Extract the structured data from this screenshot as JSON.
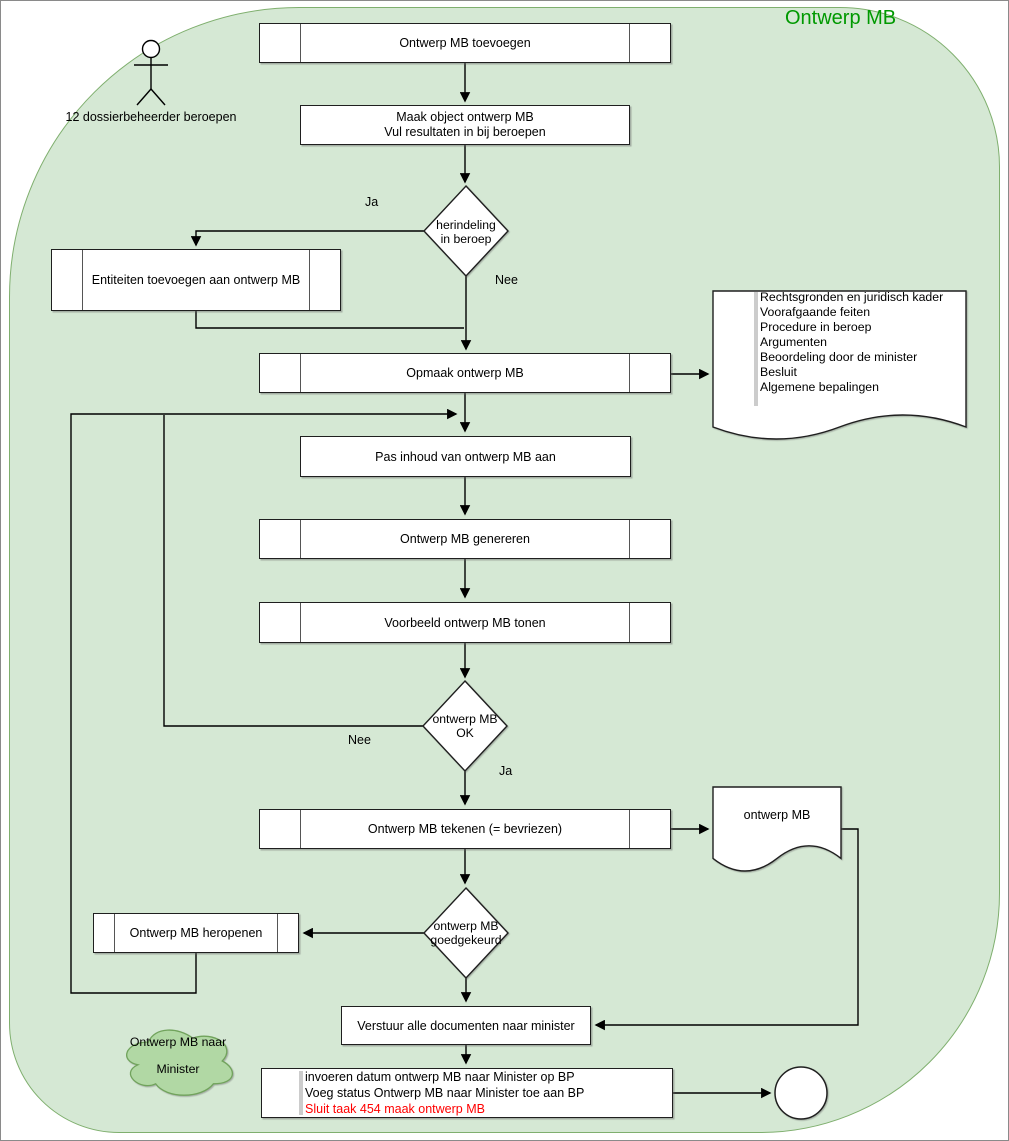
{
  "title": "Ontwerp MB",
  "actor_label": "12 dossierbeheerder beroepen",
  "colors": {
    "background_green": "#d5e8d4",
    "container_border_green": "#7faf6e",
    "title_green": "#009900",
    "node_fill": "#ffffff",
    "node_border": "#1f1f1f",
    "red_text": "#ff0000",
    "cloud_fill": "#b1d8a4",
    "cloud_border": "#71a35c"
  },
  "nodes": {
    "toevoegen": {
      "label": "Ontwerp MB toevoegen"
    },
    "maak_object": {
      "line1": "Maak object ontwerp MB",
      "line2": "Vul resultaten in bij beroepen"
    },
    "herindeling": {
      "line1": "herindeling",
      "line2": "in beroep"
    },
    "entiteiten": {
      "label": "Entiteiten toevoegen aan ontwerp MB"
    },
    "opmaak": {
      "label": "Opmaak ontwerp MB"
    },
    "pas_inhoud": {
      "label": "Pas inhoud van ontwerp MB aan"
    },
    "genereren": {
      "label": "Ontwerp MB genereren"
    },
    "voorbeeld": {
      "label": "Voorbeeld ontwerp MB tonen"
    },
    "ok": {
      "line1": "ontwerp MB",
      "line2": "OK"
    },
    "tekenen": {
      "label": "Ontwerp MB tekenen (= bevriezen)"
    },
    "goedgekeurd": {
      "line1": "ontwerp MB",
      "line2": "goedgekeurd"
    },
    "heropenen": {
      "label": "Ontwerp MB heropenen"
    },
    "verstuur": {
      "label": "Verstuur alle documenten naar minister"
    },
    "afsluiting": {
      "line1": "invoeren datum ontwerp MB naar Minister op BP",
      "line2": "Voeg status Ontwerp MB naar Minister toe aan BP",
      "line3": "Sluit taak 454 maak ontwerp MB"
    }
  },
  "documents": {
    "opmaak_doc": {
      "items": [
        "Rechtsgronden en juridisch kader",
        "Voorafgaande feiten",
        "Procedure in beroep",
        "Argumenten",
        "Beoordeling door de minister",
        "Besluit",
        "Algemene bepalingen"
      ]
    },
    "ontwerp_doc": {
      "label": "ontwerp MB"
    }
  },
  "cloud": {
    "line1": "Ontwerp MB naar",
    "line2": "Minister"
  },
  "edge_labels": {
    "herindeling_ja": "Ja",
    "herindeling_nee": "Nee",
    "ok_nee": "Nee",
    "ok_ja": "Ja"
  }
}
